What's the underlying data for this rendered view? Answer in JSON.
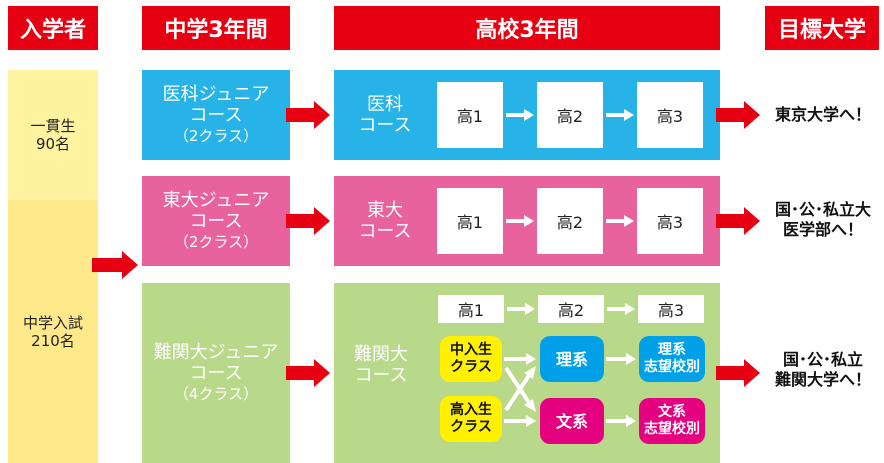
{
  "headers": {
    "entrants": "入学者",
    "middle": "中学3年間",
    "high": "高校3年間",
    "goal": "目標大学"
  },
  "entrants": {
    "ikkan": [
      "一貫生",
      "90名"
    ],
    "exam": [
      "中学入試",
      "210名"
    ]
  },
  "rows": [
    {
      "junior": [
        "医科ジュニア",
        "コース",
        "（2クラス）"
      ],
      "course": [
        "医科",
        "コース"
      ],
      "years": [
        "高1",
        "高2",
        "高3"
      ],
      "goal": [
        "東京大学へ！"
      ]
    },
    {
      "junior": [
        "東大ジュニア",
        "コース",
        "（2クラス）"
      ],
      "course": [
        "東大",
        "コース"
      ],
      "years": [
        "高1",
        "高2",
        "高3"
      ],
      "goal": [
        "国･公･私立大",
        "医学部へ！"
      ]
    },
    {
      "junior": [
        "難関大ジュニア",
        "コース",
        "（4クラス）"
      ],
      "course": [
        "難関大",
        "コース"
      ],
      "years": [
        "高1",
        "高2",
        "高3"
      ],
      "goal": [
        "国･公･私立",
        "難関大学へ！"
      ]
    }
  ],
  "nankan": {
    "chunyu": [
      "中入生",
      "クラス"
    ],
    "kounyu": [
      "高入生",
      "クラス"
    ],
    "rikei": "理系",
    "bunkei": "文系",
    "rikei_betsu": [
      "理系",
      "志望校別"
    ],
    "bunkei_betsu": [
      "文系",
      "志望校別"
    ]
  },
  "colors": {
    "red": "#e60012",
    "entrant_top": "#fff3a0",
    "entrant_bottom": "#ffe98a",
    "blue_band": "#27b3e8",
    "pink_band": "#e8629e",
    "green_band": "#b8d88a",
    "yellow_pill": "#fff100",
    "blue_pill": "#00a0e9",
    "pink_pill": "#e4007f"
  }
}
